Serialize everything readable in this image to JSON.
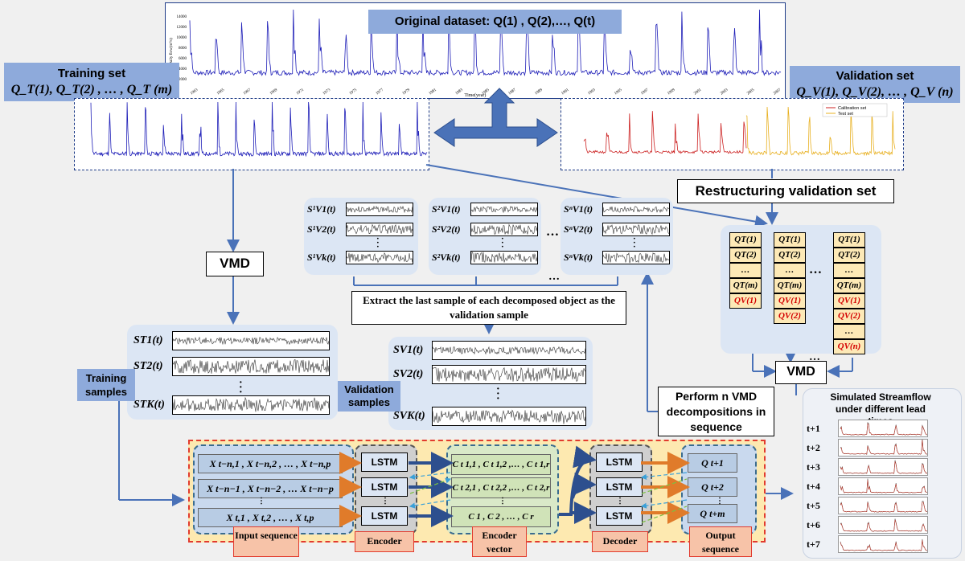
{
  "original": {
    "label": "Original dataset: Q(1) , Q(2),…, Q(t)",
    "x_axis_label": "Time(year)",
    "y_axis_label": "Daily flow(m³/s)",
    "years": [
      "1963",
      "1965",
      "1967",
      "1969",
      "1971",
      "1973",
      "1975",
      "1977",
      "1979",
      "1981",
      "1983",
      "1985",
      "1987",
      "1989",
      "1991",
      "1993",
      "1995",
      "1997",
      "1999",
      "2001",
      "2003",
      "2005",
      "2007"
    ],
    "yticks": [
      "14000",
      "12000",
      "10000",
      "8000",
      "6000",
      "4000",
      "2000"
    ]
  },
  "training": {
    "title": "Training set",
    "formula": "Q_T(1), Q_T(2) , … , Q_T (m)"
  },
  "validation": {
    "title": "Validation set",
    "formula": "Q_V(1), Q_V(2), … , Q_V (n)",
    "legend": [
      "Calibration set",
      "Test set"
    ]
  },
  "restructure_label": "Restructuring validation set",
  "vmd_label": "VMD",
  "vmd_label2": "VMD",
  "extract_label": "Extract the last sample of each decomposed object as the validation sample",
  "perform_label": "Perform n VMD decompositions in sequence",
  "train_samples": "Training samples",
  "valid_samples": "Validation samples",
  "vgroups": [
    {
      "labels": [
        "S¹V1(t)",
        "S¹V2(t)",
        "S¹Vk(t)"
      ]
    },
    {
      "labels": [
        "S²V1(t)",
        "S²V2(t)",
        "S²Vk(t)"
      ]
    },
    {
      "labels": [
        "SⁿV1(t)",
        "SⁿV2(t)",
        "SⁿVk(t)"
      ]
    }
  ],
  "st_labels": [
    "ST1(t)",
    "ST2(t)",
    "STK(t)"
  ],
  "sv_labels": [
    "SV1(t)",
    "SV2(t)",
    "SVK(t)"
  ],
  "qcols": [
    [
      "QT(1)",
      "QT(2)",
      "…",
      "QT(m)",
      "QV(1)"
    ],
    [
      "QT(1)",
      "QT(2)",
      "…",
      "QT(m)",
      "QV(1)",
      "QV(2)"
    ],
    [
      "QT(1)",
      "QT(2)",
      "…",
      "QT(m)",
      "QV(1)",
      "QV(2)",
      "…",
      "QV(n)"
    ]
  ],
  "ellipsis": "…",
  "input_rows": [
    "X t−n,1 , X t−n,2 , … , X t−n,p",
    "X t−n−1 , X t−n−2 , … X t−n−p",
    "X t,1 ,   X t,2 ,   … , X t,p"
  ],
  "encoder_vec": [
    "C t 1,1 ,  C t 1,2 ,… ,  C t 1,r",
    "C t 2,1 ,  C t 2,2 ,… ,  C t 2,r",
    "C 1 , C 2 , … , C r"
  ],
  "lstm": "LSTM",
  "outputs": [
    "Q t+1",
    "Q t+2",
    "Q t+m"
  ],
  "bottom_labels": {
    "input": "Input sequence",
    "encoder": "Encoder",
    "encvec": "Encoder vector",
    "decoder": "Decoder",
    "output": "Output sequence"
  },
  "sim_title": "Simulated Streamflow under different lead times",
  "leads": [
    "t+1",
    "t+2",
    "t+3",
    "t+4",
    "t+5",
    "t+6",
    "t+7"
  ],
  "colors": {
    "blue_line": "#1f1fb8",
    "red_line": "#cc2222",
    "gold_line": "#e8b020",
    "arrow": "#4a72b8",
    "label_bg": "#8eaadb"
  }
}
